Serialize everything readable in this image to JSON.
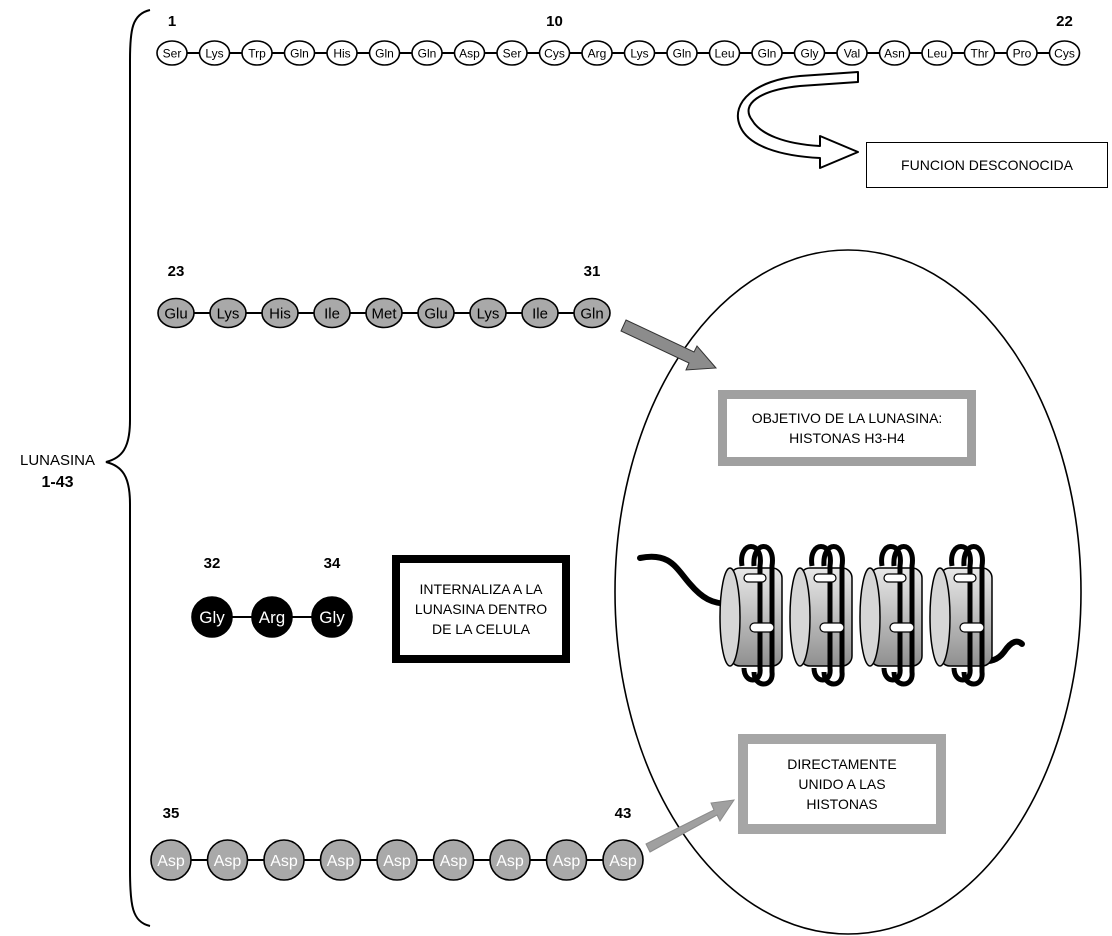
{
  "title_left": {
    "name": "LUNASINA",
    "range": "1-43"
  },
  "segments": [
    {
      "id": "seg1",
      "style": "white",
      "residues": [
        "Ser",
        "Lys",
        "Trp",
        "Gln",
        "His",
        "Gln",
        "Gln",
        "Asp",
        "Ser",
        "Cys",
        "Arg",
        "Lys",
        "Gln",
        "Leu",
        "Gln",
        "Gly",
        "Val",
        "Asn",
        "Leu",
        "Thr",
        "Pro",
        "Cys"
      ],
      "position_labels": [
        "1",
        "10",
        "22"
      ]
    },
    {
      "id": "seg2",
      "style": "gray",
      "residues": [
        "Glu",
        "Lys",
        "His",
        "Ile",
        "Met",
        "Glu",
        "Lys",
        "Ile",
        "Gln"
      ],
      "position_labels": [
        "23",
        "31"
      ]
    },
    {
      "id": "seg3",
      "style": "black",
      "residues": [
        "Gly",
        "Arg",
        "Gly"
      ],
      "position_labels": [
        "32",
        "34"
      ]
    },
    {
      "id": "seg4",
      "style": "gray-white-text",
      "residues": [
        "Asp",
        "Asp",
        "Asp",
        "Asp",
        "Asp",
        "Asp",
        "Asp",
        "Asp",
        "Asp"
      ],
      "position_labels": [
        "35",
        "43"
      ]
    }
  ],
  "boxes": {
    "funcion": [
      "FUNCION DESCONOCIDA"
    ],
    "objetivo": [
      "OBJETIVO DE LA LUNASINA:",
      "HISTONAS H3-H4"
    ],
    "internaliza": [
      "INTERNALIZA A LA",
      "LUNASINA DENTRO",
      "DE LA CELULA"
    ],
    "directamente": [
      "DIRECTAMENTE",
      "UNIDO A LAS",
      "HISTONAS"
    ]
  },
  "colors": {
    "gray_residue": "#a9a9a9",
    "black_residue": "#000000",
    "white_residue": "#ffffff",
    "arrow_gray": "#8c8c8c",
    "nucleosome": "#c8c8c8"
  },
  "nucleosome_count": 4
}
